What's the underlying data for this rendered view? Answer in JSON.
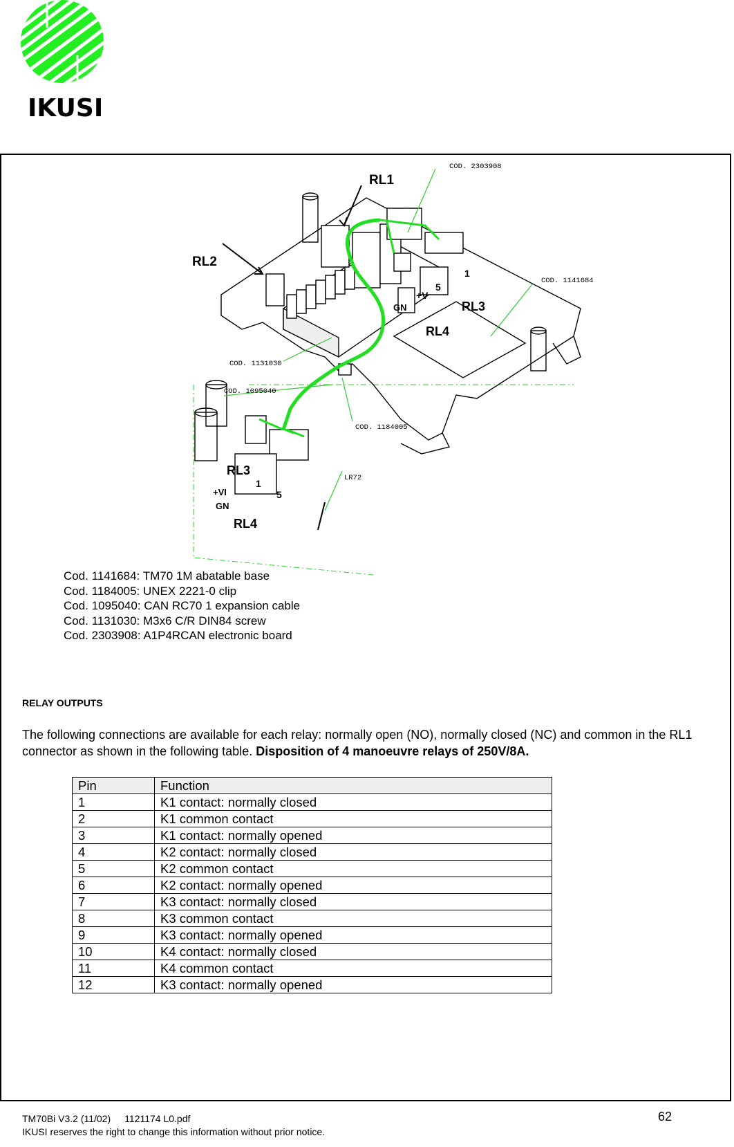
{
  "logo": {
    "text": "IKUSI"
  },
  "diagram": {
    "labels": {
      "rl1": "RL1",
      "rl2": "RL2",
      "rl3_top": "RL3",
      "rl4_top": "RL4",
      "rl3_bottom": "RL3",
      "rl4_bottom": "RL4",
      "gn_top": "GN",
      "v_top": "+V",
      "pin5_top": "5",
      "pin1_top": "1",
      "v_bottom": "+VI",
      "gn_bottom": "GN",
      "pin1_bottom": "1",
      "pin5_bottom": "5"
    },
    "callouts": {
      "c2303908": "COD. 2303908",
      "c1141684": "COD. 1141684",
      "c1131030": "COD. 1131030",
      "c1095040": "COD. 1095040",
      "c1184005": "COD. 1184005",
      "lr72": "LR72"
    },
    "colors": {
      "cable": "#22dd22",
      "leader": "#33cc33"
    }
  },
  "codes": [
    "Cod. 1141684: TM70 1M abatable base",
    "Cod. 1184005: UNEX 2221-0 clip",
    "Cod. 1095040: CAN RC70 1 expansion cable",
    "Cod. 1131030: M3x6 C/R DIN84 screw",
    "Cod. 2303908: A1P4RCAN electronic board"
  ],
  "relay_section": {
    "title": "RELAY OUTPUTS",
    "paragraph": "The following connections are available for each relay: normally open (NO), normally closed (NC) and common in the RL1 connector as shown in the following table.",
    "paragraph_bold": "Disposition of 4 manoeuvre relays of 250V/8A."
  },
  "table": {
    "headers": [
      "Pin",
      "Function"
    ],
    "rows": [
      [
        "1",
        "K1 contact: normally closed"
      ],
      [
        "2",
        "K1 common contact"
      ],
      [
        "3",
        "K1 contact: normally opened"
      ],
      [
        "4",
        "K2 contact: normally closed"
      ],
      [
        "5",
        "K2 common contact"
      ],
      [
        "6",
        "K2 contact: normally opened"
      ],
      [
        "7",
        "K3 contact: normally closed"
      ],
      [
        "8",
        "K3 common contact"
      ],
      [
        "9",
        "K3 contact: normally opened"
      ],
      [
        "10",
        "K4 contact: normally closed"
      ],
      [
        "11",
        "K4 common contact"
      ],
      [
        "12",
        "K3 contact: normally opened"
      ]
    ]
  },
  "footer": {
    "doc": "TM70Bi  V3.2  (11/02)",
    "file": "1121174 L0.pdf",
    "notice": "IKUSI  reserves the right to change this information without  prior notice.",
    "page": "62"
  }
}
